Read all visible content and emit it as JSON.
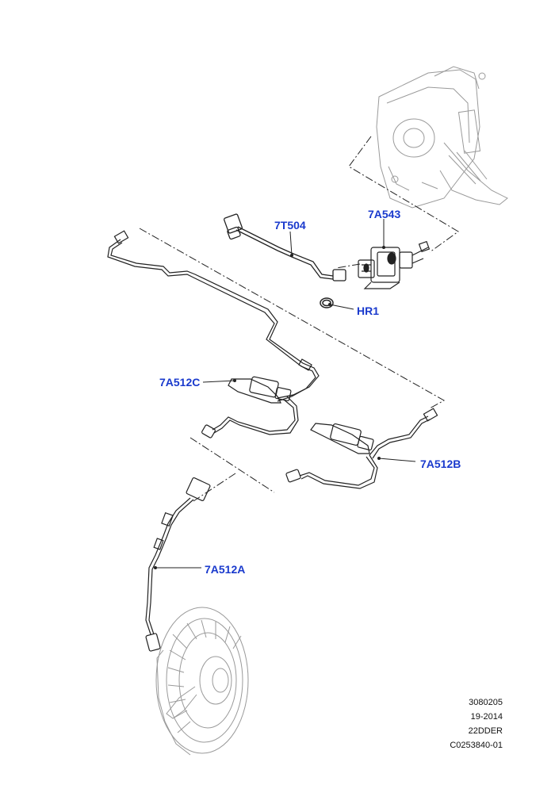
{
  "colors": {
    "callout": "#1a3acd",
    "line": "#222222",
    "ghost": "#9a9a9a",
    "paper": "#ffffff"
  },
  "callouts": {
    "t504": "7T504",
    "a543": "7A543",
    "hr1": "HR1",
    "a512c": "7A512C",
    "a512b": "7A512B",
    "a512a": "7A512A"
  },
  "reference": {
    "line1": "3080205",
    "line2": "19-2014",
    "line3": "22DDER",
    "line4": "C0253840-01"
  }
}
